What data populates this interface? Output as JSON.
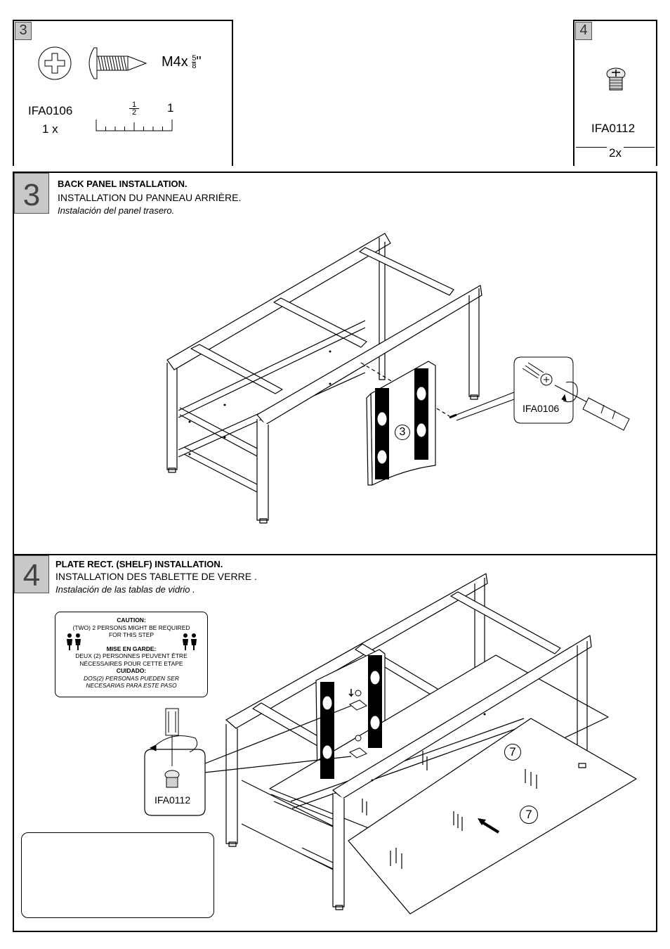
{
  "hw_left": {
    "tab": "3",
    "size_main": "M4x",
    "size_num": "5",
    "size_den": "8",
    "size_unit": "\"",
    "code": "IFA0106",
    "qty": "1 x",
    "scale_half_num": "1",
    "scale_half_den": "2",
    "scale_one": "1"
  },
  "hw_right": {
    "tab": "4",
    "code": "IFA0112",
    "qty": "2x"
  },
  "step3": {
    "num": "3",
    "title_en": "BACK PANEL INSTALLATION.",
    "title_fr": "INSTALLATION DU PANNEAU ARRIÈRE.",
    "title_es": "Instalación del panel trasero.",
    "callout_code": "IFA0106",
    "part_label": "3"
  },
  "step4": {
    "num": "4",
    "title_en": "PLATE RECT. (SHELF) INSTALLATION.",
    "title_fr": "INSTALLATION DES TABLETTE DE VERRE .",
    "title_es": "Instalación de las tablas de vidrio .",
    "caution": {
      "h_en": "CAUTION:",
      "en1": "(TWO) 2 PERSONS MIGHT BE REQUIRED",
      "en2": "FOR THIS STEP",
      "h_fr": "MISE EN GARDE:",
      "fr1": "DEUX (2) PERSONNES PEUVENT ÊTRE",
      "fr2": "NÉCESSAIRES POUR CETTE ETAPE",
      "h_es": "CUIDADO:",
      "es1": "DOS(2) PERSONAS PUEDEN SER",
      "es2": "NECESARIAS PARA ESTE PASO"
    },
    "callout_code": "IFA0112",
    "part_label_a": "7",
    "part_label_b": "7"
  }
}
